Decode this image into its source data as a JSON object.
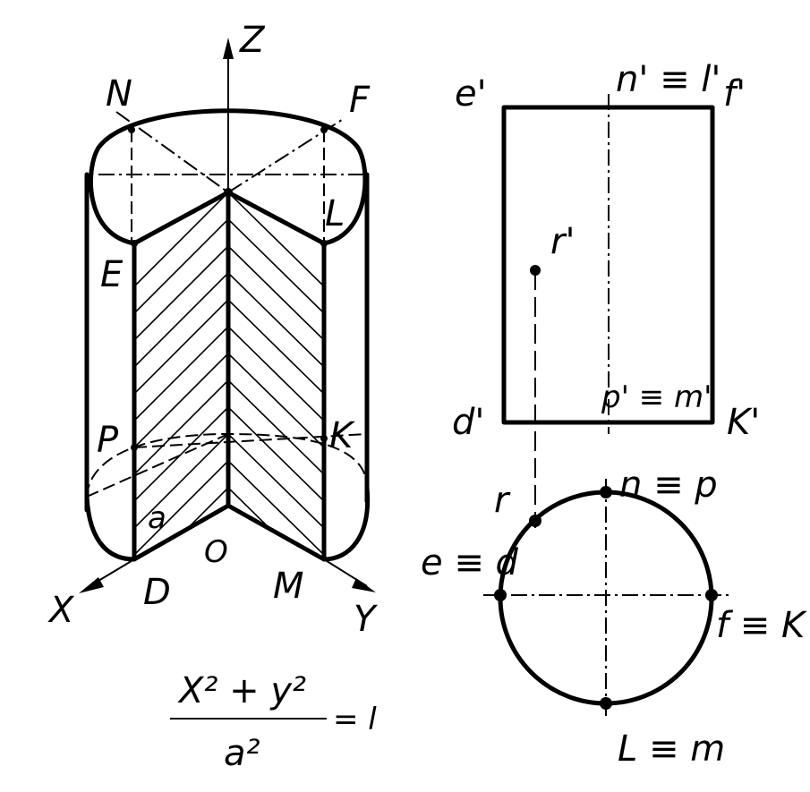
{
  "axes": {
    "z": "Z",
    "x": "X",
    "y": "Y"
  },
  "points_3d": {
    "N": "N",
    "F": "F",
    "L": "L",
    "E": "E",
    "P": "P",
    "K": "K",
    "a": "a",
    "O": "O",
    "D": "D",
    "M": "M"
  },
  "formula": {
    "numerator": "X² + y²",
    "denominator": "a²",
    "rhs": "= l"
  },
  "front_view": {
    "e": "e'",
    "n_l": "n' ≡ l'",
    "f": "f'",
    "r": "r'",
    "d": "d'",
    "p_m": "p' ≡ m'",
    "k": "K'"
  },
  "top_view": {
    "n_p": "n ≡ p",
    "r": "r",
    "e_d": "e ≡ d",
    "f_k": "f ≡ K",
    "l_m": "L ≡ m"
  }
}
